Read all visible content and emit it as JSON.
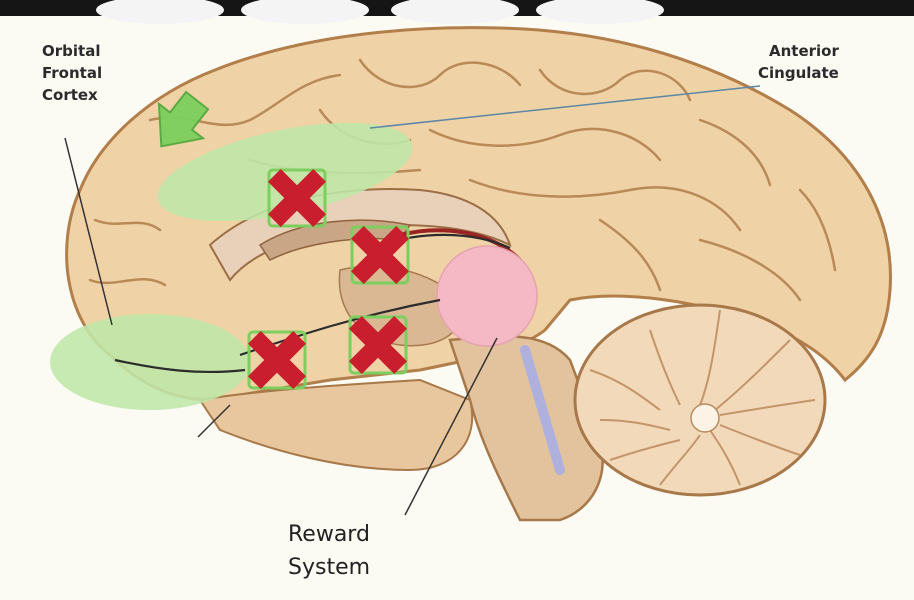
{
  "labels": {
    "orbital_frontal_cortex": [
      "Orbital",
      "Frontal",
      "Cortex"
    ],
    "anterior_cingulate": [
      "Anterior",
      "Cingulate"
    ],
    "reward_system": [
      "Reward",
      "System"
    ]
  },
  "colors": {
    "page_background": "#e9e9e9",
    "paper": "#fbfaf3",
    "brain_fill": "#efd2a6",
    "brain_outline": "#b27e4a",
    "green_region": "#bfe7a9",
    "green_arrow": "#7ccf5e",
    "reward_pink": "#f4b9c4",
    "cross_red": "#c81e2d"
  },
  "markers": [
    {
      "name": "arrow-orbital",
      "icon": "down-right-arrow-icon"
    },
    {
      "name": "cross-1",
      "icon": "x-cross-icon"
    },
    {
      "name": "cross-2",
      "icon": "x-cross-icon"
    },
    {
      "name": "cross-3",
      "icon": "x-cross-icon"
    },
    {
      "name": "cross-4",
      "icon": "x-cross-icon"
    }
  ]
}
